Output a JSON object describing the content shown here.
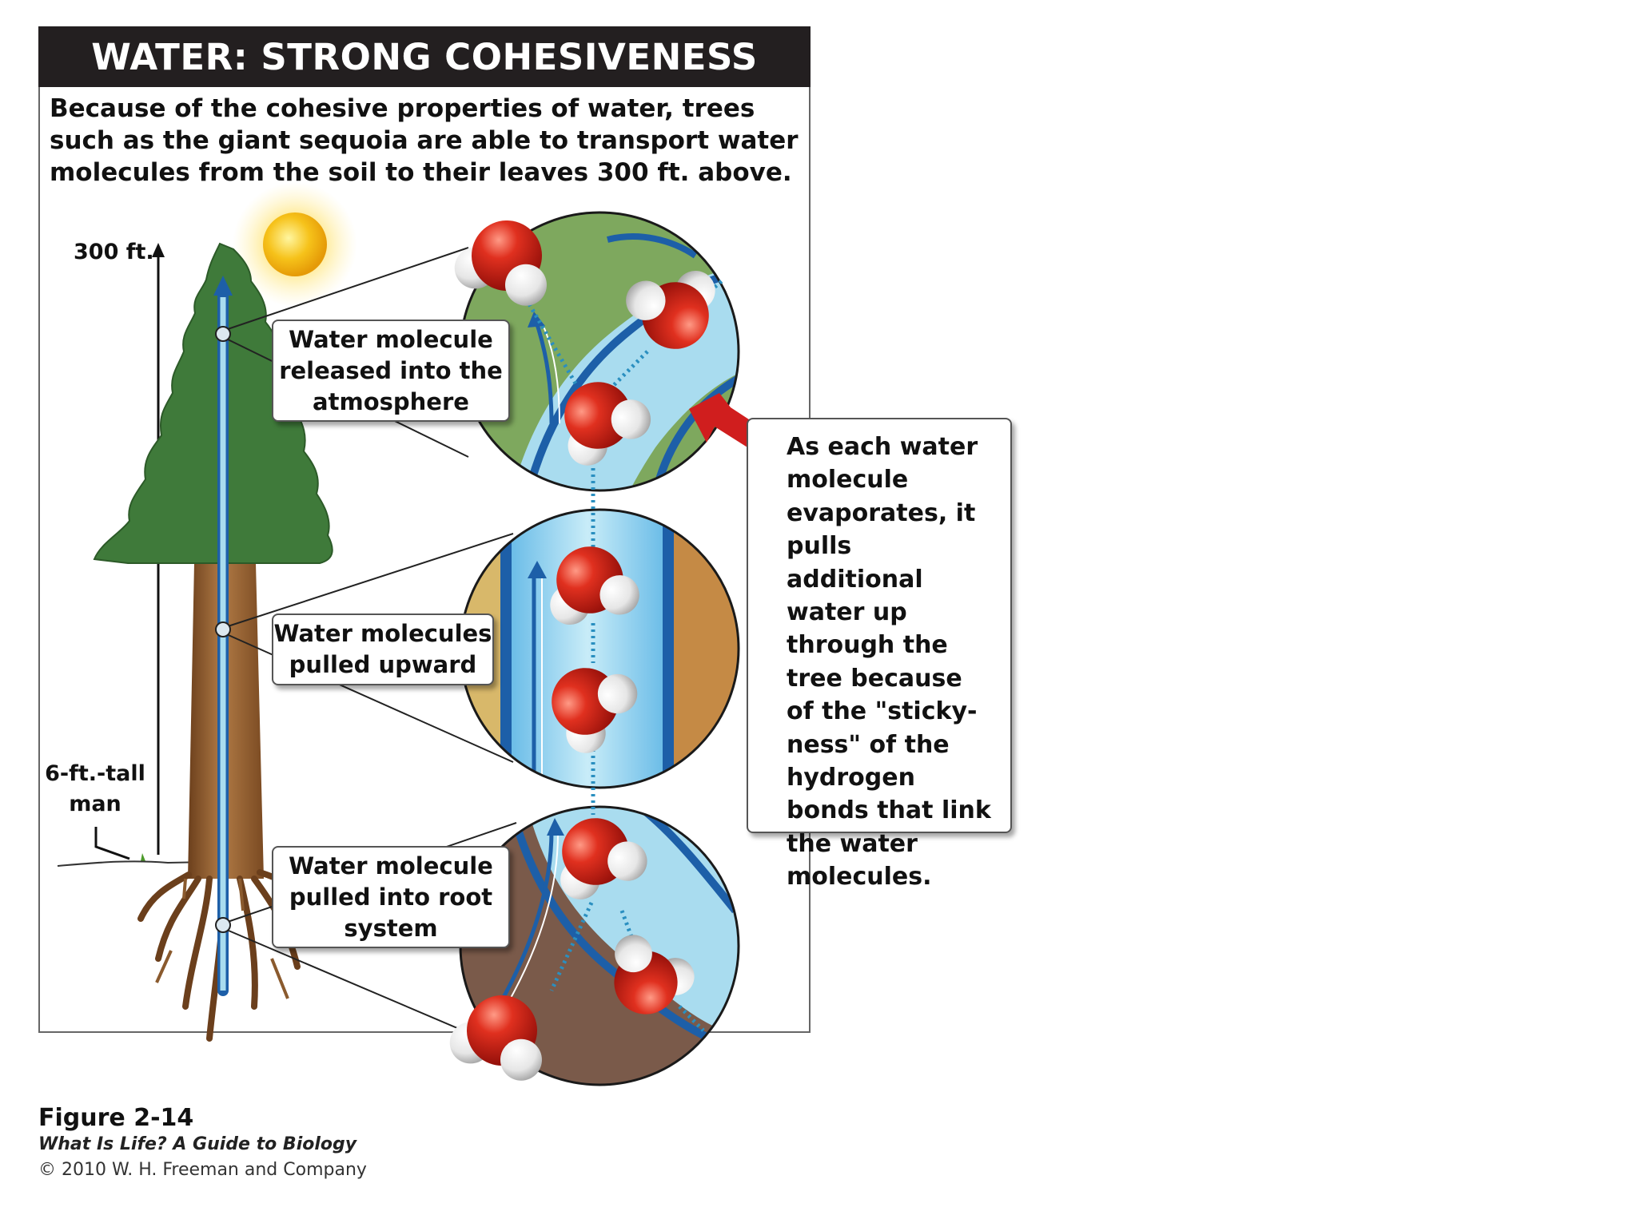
{
  "title": "WATER: STRONG COHESIVENESS",
  "intro": "Because of the cohesive properties of water, trees such as the giant sequoia are able to transport water molecules from the soil to their leaves 300 ft. above.",
  "height_label": "300 ft.",
  "man_label": "6-ft.-tall\nman",
  "callouts": {
    "released": "Water molecule\nreleased into the\natmosphere",
    "upward": "Water molecules\npulled upward",
    "root": "Water molecule\npulled into root\nsystem",
    "explanation": "As each water molecule evaporates, it pulls additional water up through the tree because of the \"sticky-ness\" of the hydrogen bonds that link the water molecules."
  },
  "figure": {
    "number": "Figure 2-14",
    "book": "What Is Life? A Guide to Biology",
    "copyright": "© 2010 W. H. Freeman and Company"
  },
  "colors": {
    "title_bar": "#231f20",
    "foliage": "#3f7a3a",
    "trunk": "#9b6535",
    "xylem_blue": "#1d5fa8",
    "water_light": "#a9dcef",
    "oxygen_red": "#d8241f",
    "arrow_red": "#d01e1e"
  }
}
